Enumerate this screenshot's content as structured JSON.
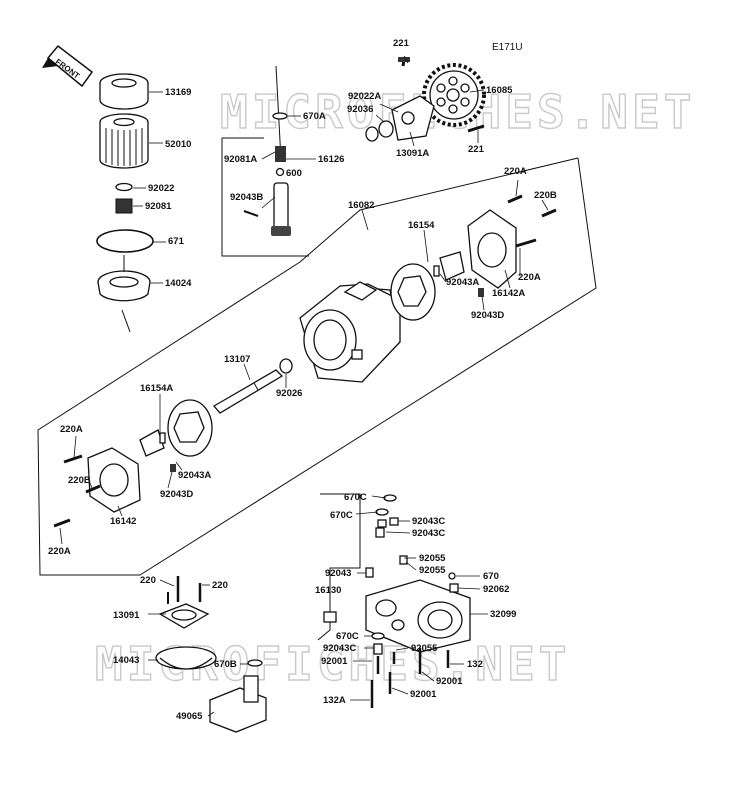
{
  "diagram_code": "E171U",
  "front_label": "FRONT",
  "watermark": "MICROFICHES.NET",
  "labels": {
    "p221_top": "221",
    "p221_b": "221",
    "p16085": "16085",
    "p92022A": "92022A",
    "p92036": "92036",
    "p13091A": "13091A",
    "p13169": "13169",
    "p52010": "52010",
    "p92022": "92022",
    "p92081": "92081",
    "p671": "671",
    "p14024": "14024",
    "p670A": "670A",
    "p92081A": "92081A",
    "p16126": "16126",
    "p600": "600",
    "p92043B": "92043B",
    "p16082": "16082",
    "p220A_1": "220A",
    "p220B_1": "220B",
    "p16154": "16154",
    "p92043A_1": "92043A",
    "p220A_2": "220A",
    "p16142A": "16142A",
    "p92043D_1": "92043D",
    "p13107": "13107",
    "p92026": "92026",
    "p16154A": "16154A",
    "p220A_3": "220A",
    "p220B_2": "220B",
    "p92043A_2": "92043A",
    "p92043D_2": "92043D",
    "p16142": "16142",
    "p220A_4": "220A",
    "p670C_1": "670C",
    "p670C_2": "670C",
    "p92043C_1": "92043C",
    "p92043C_2": "92043C",
    "p92055_1": "92055",
    "p92055_2": "92055",
    "p92043": "92043",
    "p670": "670",
    "p16130": "16130",
    "p92062": "92062",
    "p32099": "32099",
    "p670C_3": "670C",
    "p92043C_3": "92043C",
    "p92055_3": "92055",
    "p92001_1": "92001",
    "p132": "132",
    "p92001_2": "92001",
    "p92001_3": "92001",
    "p132A": "132A",
    "p220_l": "220",
    "p220_r": "220",
    "p13091": "13091",
    "p14043": "14043",
    "p670B": "670B",
    "p49065": "49065"
  },
  "colors": {
    "ink": "#111111",
    "watermark": "#c9c9c9"
  }
}
